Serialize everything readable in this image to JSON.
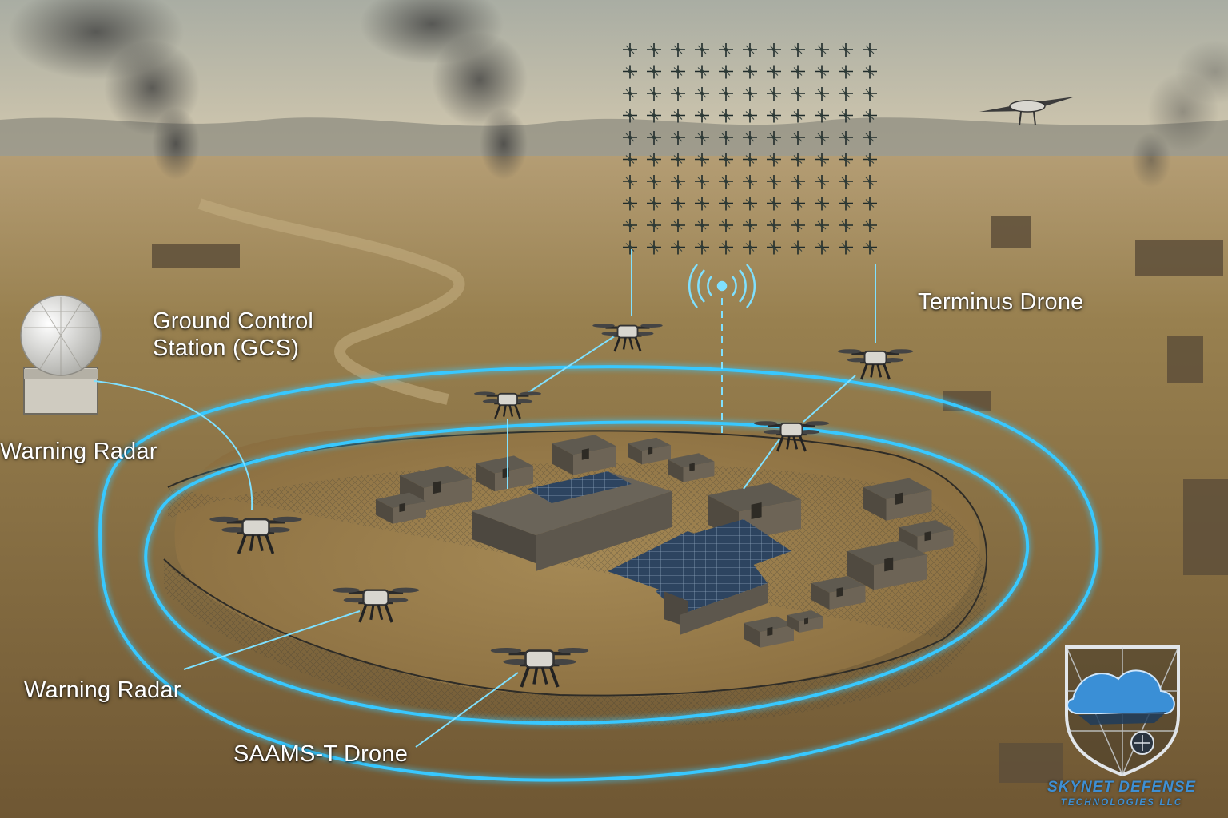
{
  "labels": {
    "ground_control_line1": "Ground Control",
    "ground_control_line2": "Station (GCS)",
    "warning_radar_top": "Warning Radar",
    "terminus_drone": "Terminus Drone",
    "warning_radar_bottom": "Warning Radar",
    "saams_t_drone": "SAAMS-T Drone"
  },
  "logo": {
    "line1": "SKYNET DEFENSE",
    "line2": "TECHNOLOGIES LLC"
  },
  "colors": {
    "perimeter_glow": "#38c8ff",
    "sky": "#c9c2ae",
    "ground": "#8c7346",
    "logo_blue": "#3e8fd3"
  },
  "swarm": {
    "rows": 10,
    "columns": 11
  }
}
